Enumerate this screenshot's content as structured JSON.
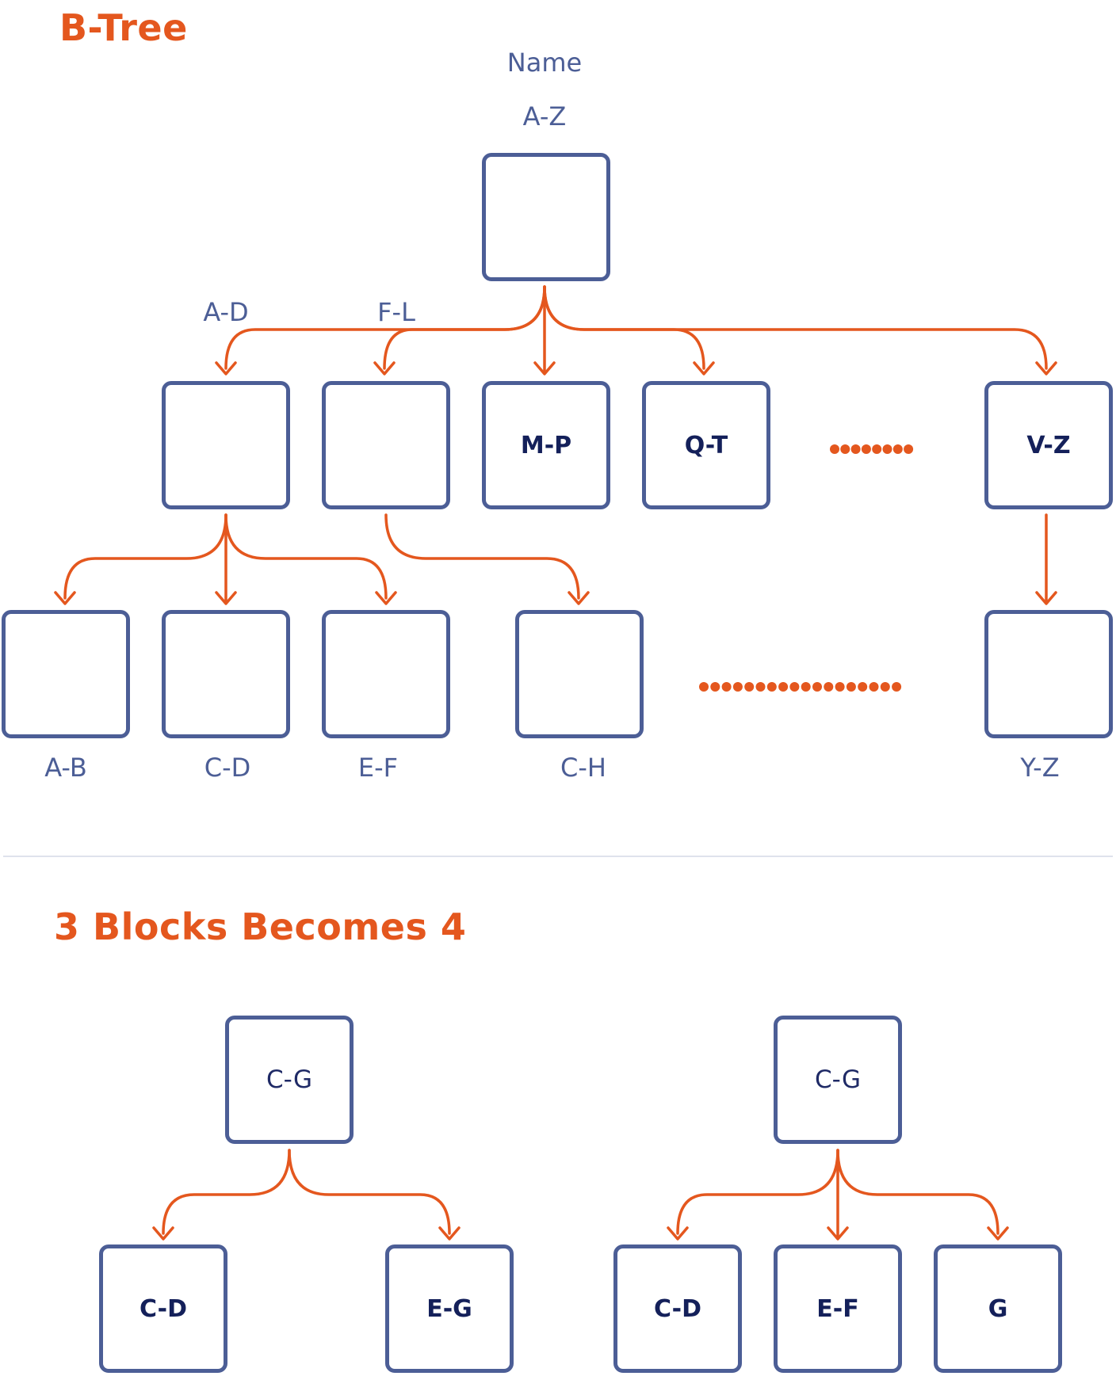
{
  "btree": {
    "title": "B-Tree",
    "root_field": "Name",
    "root_range": "A-Z",
    "edge_labels": {
      "left": "A-D",
      "second": "F-L"
    },
    "level1": [
      {
        "label": ""
      },
      {
        "label": ""
      },
      {
        "label": "M-P"
      },
      {
        "label": "Q-T"
      },
      {
        "label": "V-Z"
      }
    ],
    "level2_labels": {
      "ab": "A-B",
      "cd": "C-D",
      "ef": "E-F",
      "gh": "C-H",
      "yz": "Y-Z"
    }
  },
  "split": {
    "title": "3 Blocks Becomes 4",
    "before": {
      "parent": "C-G",
      "left": "C-D",
      "right": "E-G"
    },
    "after": {
      "parent": "C-G",
      "left": "C-D",
      "middle": "E-F",
      "right": "G"
    }
  },
  "colors": {
    "accent": "#e4571e",
    "box_border": "#4c5e96",
    "label": "#4c5e96",
    "box_text": "#14205a"
  }
}
